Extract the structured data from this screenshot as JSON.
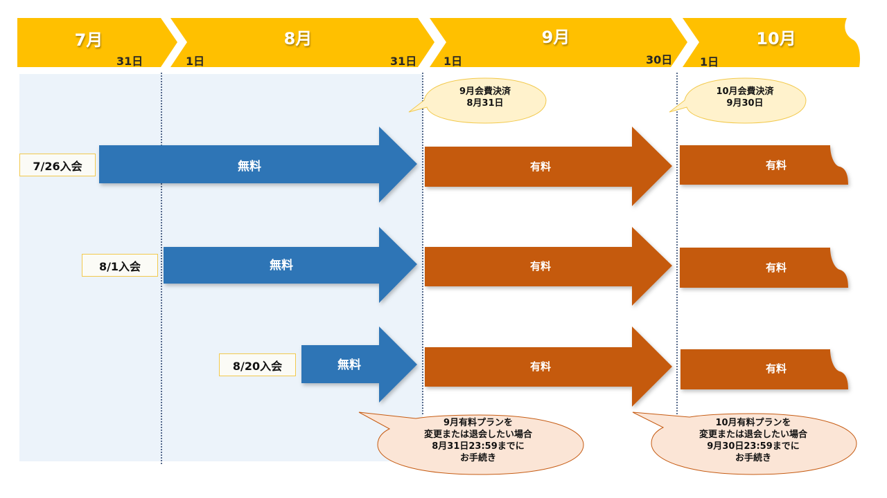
{
  "colors": {
    "header_yellow": "#ffc000",
    "free_blue": "#2e75b6",
    "paid_orange": "#c55a11",
    "free_period_bg": "#ecf3fa",
    "payment_bubble_fill": "#fff2cc",
    "deadline_bubble_fill": "#fbe5d6"
  },
  "header": {
    "months": [
      {
        "label": "7月",
        "start_day": "",
        "end_day": "31日"
      },
      {
        "label": "8月",
        "start_day": "1日",
        "end_day": "31日"
      },
      {
        "label": "9月",
        "start_day": "1日",
        "end_day": "30日"
      },
      {
        "label": "10月",
        "start_day": "1日",
        "end_day": ""
      }
    ]
  },
  "payment_notes": [
    {
      "line1": "9月会費決済",
      "line2": "8月31日"
    },
    {
      "line1": "10月会費決済",
      "line2": "9月30日"
    }
  ],
  "rows": [
    {
      "join_label": "7/26入会",
      "free_label": "無料",
      "paid_labels": [
        "有料",
        "有料"
      ]
    },
    {
      "join_label": "8/1入会",
      "free_label": "無料",
      "paid_labels": [
        "有料",
        "有料"
      ]
    },
    {
      "join_label": "8/20入会",
      "free_label": "無料",
      "paid_labels": [
        "有料",
        "有料"
      ]
    }
  ],
  "deadline_notes": [
    {
      "lines": [
        "9月有料プランを",
        "変更または退会したい場合",
        "8月31日23:59までに",
        "お手続き"
      ]
    },
    {
      "lines": [
        "10月有料プランを",
        "変更または退会したい場合",
        "9月30日23:59までに",
        "お手続き"
      ]
    }
  ]
}
